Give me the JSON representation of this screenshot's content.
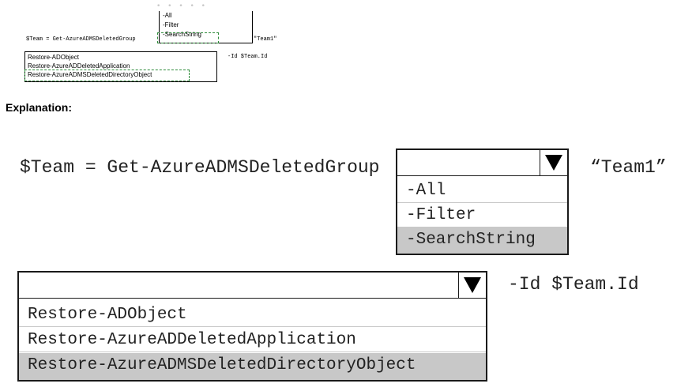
{
  "thumbnail": {
    "decor_dots": "• • • • •",
    "statement1_prefix": "$Team = Get-AzureADMSDeletedGroup",
    "statement1_suffix": "\"Team1\"",
    "dropdown1_options": [
      "-All",
      "-Filter",
      "-SearchString"
    ],
    "statement2_suffix": "-Id $Team.Id",
    "dropdown2_options": [
      "Restore-ADObject",
      "Restore-AzureADDeletedApplication",
      "Restore-AzureADMSDeletedDirectoryObject"
    ]
  },
  "explanation_label": "Explanation:",
  "answer": {
    "statement1_prefix": "$Team = Get-AzureADMSDeletedGroup",
    "statement1_suffix": "“Team1”",
    "dropdown1": {
      "options": [
        "-All",
        "-Filter",
        "-SearchString"
      ],
      "selected_index": 2
    },
    "statement2_suffix": "-Id $Team.Id",
    "dropdown2": {
      "options": [
        "Restore-ADObject",
        "Restore-AzureADDeletedApplication",
        "Restore-AzureADMSDeletedDirectoryObject"
      ],
      "selected_index": 2
    }
  },
  "colors": {
    "selected_bg": "#c8c8c8",
    "dash_green": "#2e8b3a"
  }
}
